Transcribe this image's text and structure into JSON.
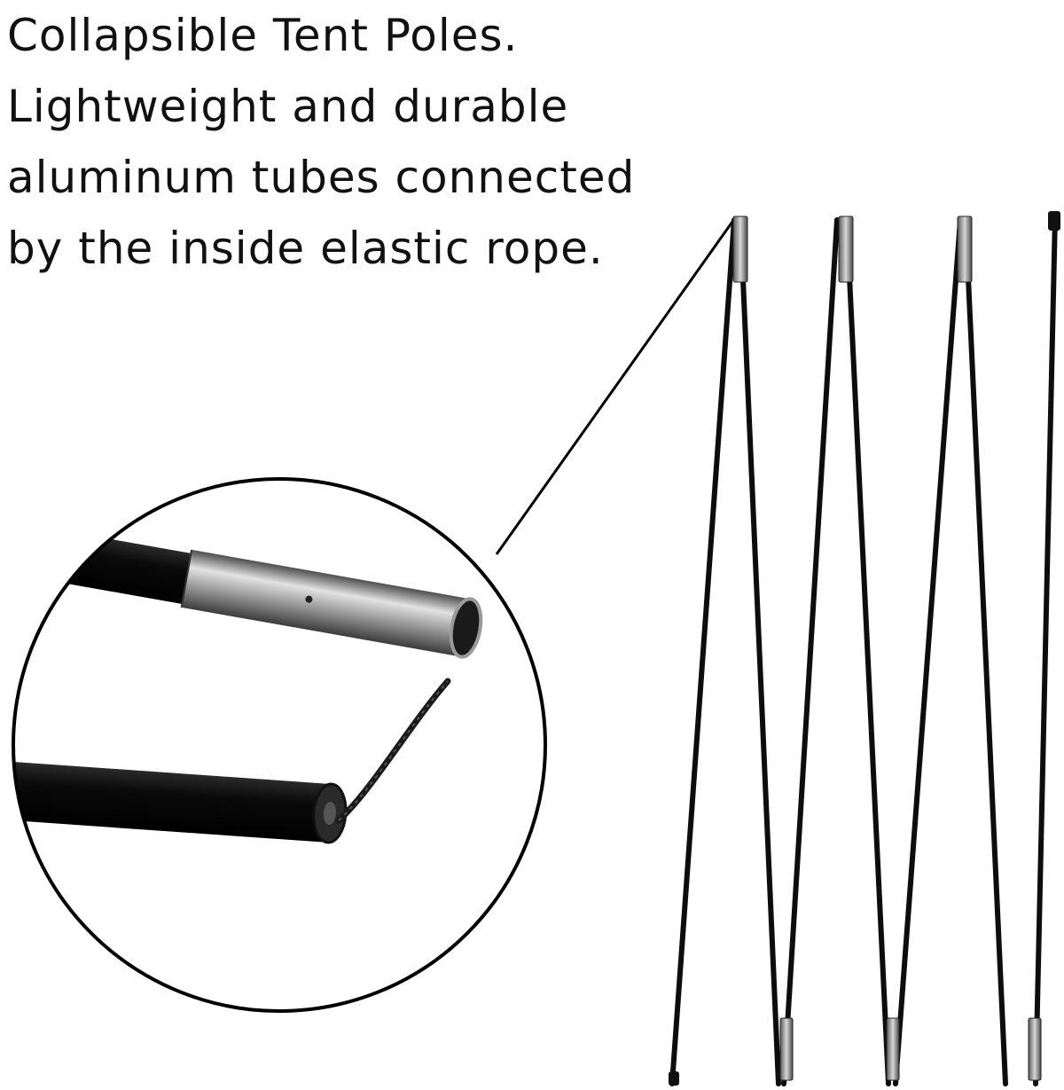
{
  "headline": {
    "lines": [
      "Collapsible Tent Poles.",
      "Lightweight and durable",
      "aluminum tubes connected",
      "by the inside elastic rope."
    ]
  },
  "colors": {
    "background": "#ffffff",
    "text": "#111111",
    "pole": "#0d0d0d",
    "ferrule": "#9c9c9c"
  },
  "icons": {
    "illustration": "tent-poles-photo",
    "detail": "pole-joint-magnifier"
  }
}
